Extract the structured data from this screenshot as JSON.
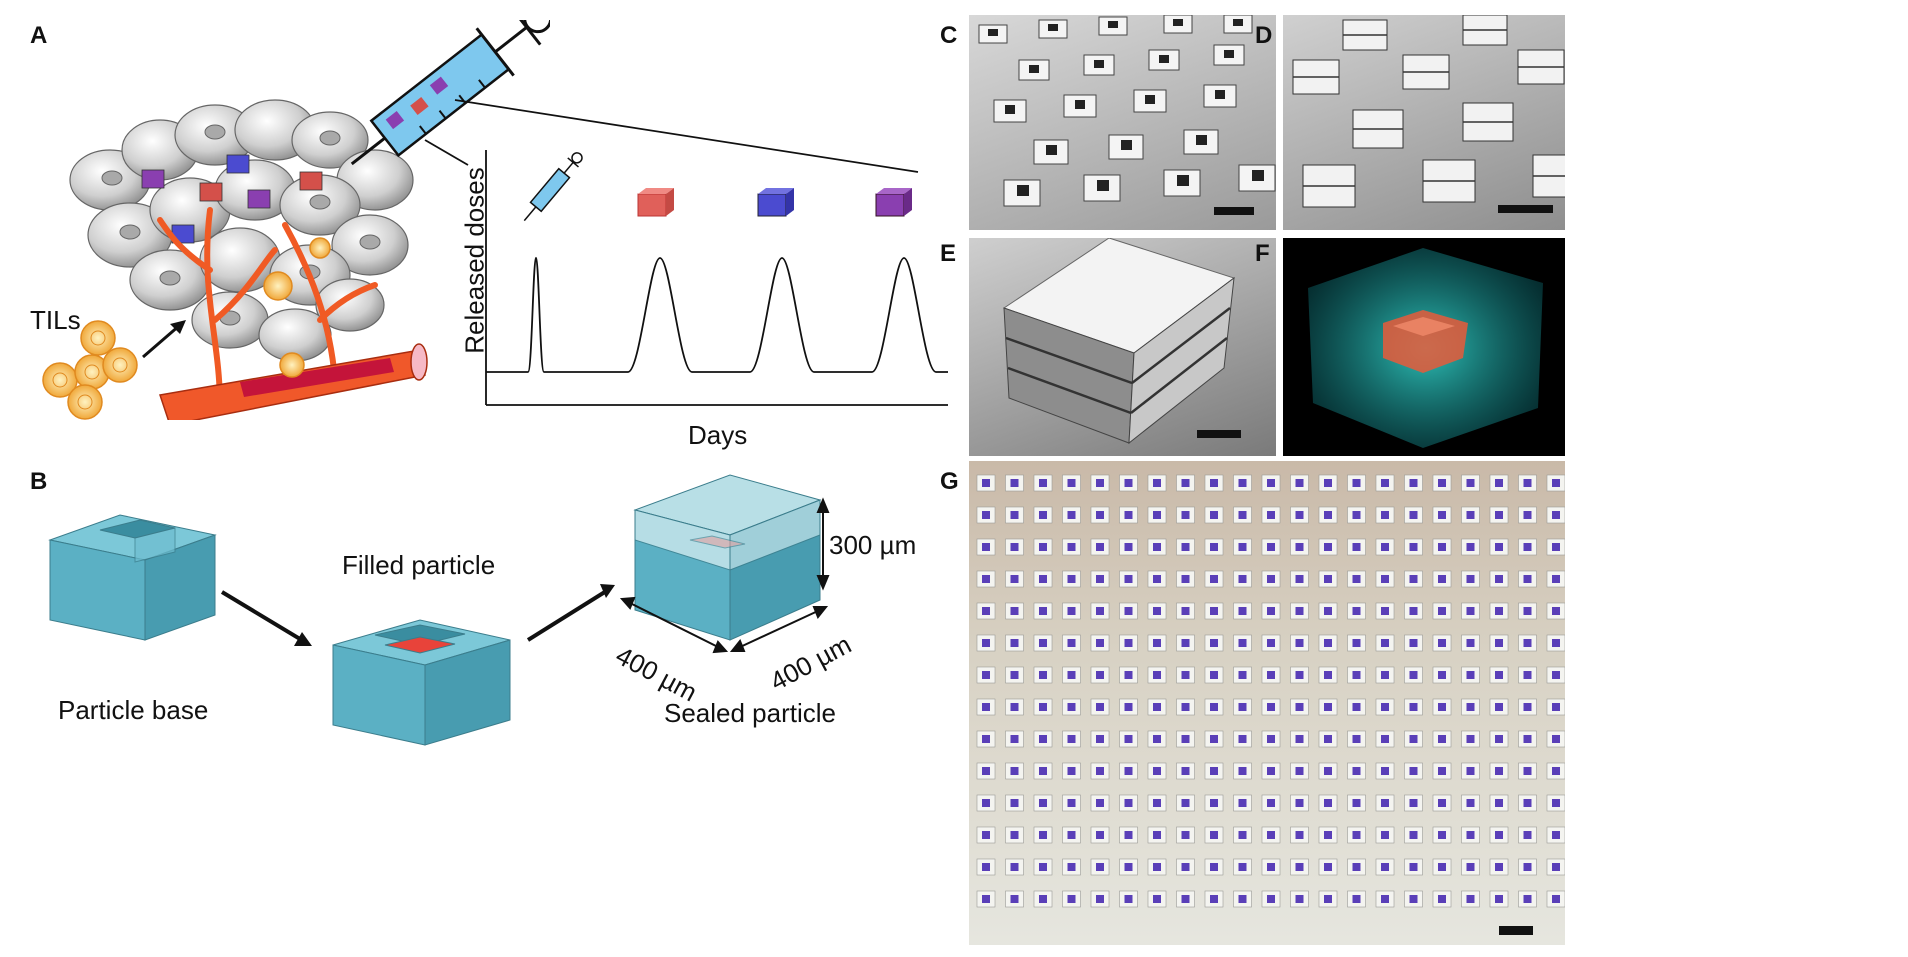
{
  "figure": {
    "panels": [
      "A",
      "B",
      "C",
      "D",
      "E",
      "F",
      "G"
    ],
    "panel_a": {
      "tils_label": "TILs",
      "plot": {
        "ylabel": "Released doses",
        "xlabel": "Days"
      }
    },
    "panel_b": {
      "particle_base": "Particle base",
      "filled_particle": "Filled particle",
      "sealed_particle": "Sealed particle",
      "height_dim": "300 µm",
      "width_dim_left": "400 µm",
      "width_dim_right": "400 µm"
    }
  },
  "colors": {
    "particle_blue": "#5bb8cc",
    "cargo_red": "#e34a3a",
    "microscope_teal": "#22c6c0",
    "g_purple": "#5a3fb8"
  }
}
